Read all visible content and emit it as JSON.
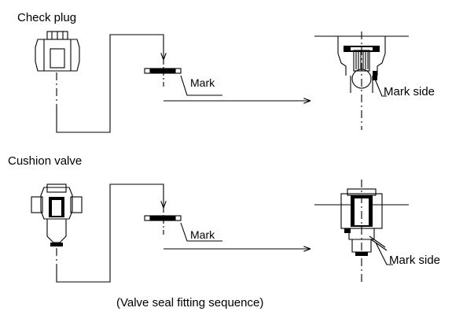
{
  "sections": {
    "check_plug": {
      "title": "Check plug",
      "mark": "Mark",
      "mark_side": "Mark side"
    },
    "cushion_valve": {
      "title": "Cushion valve",
      "mark": "Mark",
      "mark_side": "Mark side"
    }
  },
  "caption": "(Valve seal fitting sequence)"
}
